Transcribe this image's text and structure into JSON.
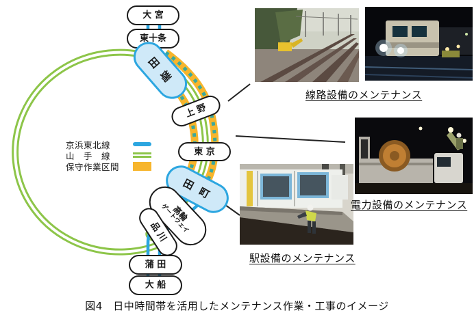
{
  "figure_caption": "図4　日中時間帯を活用したメンテナンス作業・工事のイメージ",
  "map": {
    "stations": [
      {
        "id": "omiya",
        "label": "大 宮",
        "type": "white"
      },
      {
        "id": "higashi-jujo",
        "label": "東十条",
        "type": "white"
      },
      {
        "id": "tabata",
        "label": "田 端",
        "type": "blue"
      },
      {
        "id": "ueno",
        "label": "上 野",
        "type": "white"
      },
      {
        "id": "tokyo",
        "label": "東 京",
        "type": "white"
      },
      {
        "id": "tamachi",
        "label": "田 町",
        "type": "blue"
      },
      {
        "id": "takanawa-gateway",
        "label": "高輪",
        "label2": "ゲートウェイ",
        "type": "white"
      },
      {
        "id": "shinagawa",
        "label": "品 川",
        "type": "white"
      },
      {
        "id": "kamata",
        "label": "蒲 田",
        "type": "white"
      },
      {
        "id": "ofuna",
        "label": "大 船",
        "type": "white"
      }
    ],
    "legend": [
      {
        "label": "京浜東北線",
        "swatch": "keihin-tohoku-line"
      },
      {
        "label": "山　手　線",
        "swatch": "yamanote-line"
      },
      {
        "label": "保守作業区間",
        "swatch": "maintenance-section"
      }
    ],
    "colors": {
      "keihin": "#2ca6e0",
      "yamanote": "#8dc549",
      "maint": "#f7b52c",
      "maintdash": "#3aa89d"
    }
  },
  "captions": {
    "track": "線路設備のメンテナンス",
    "power": "電力設備のメンテナンス",
    "station": "駅設備のメンテナンス"
  }
}
